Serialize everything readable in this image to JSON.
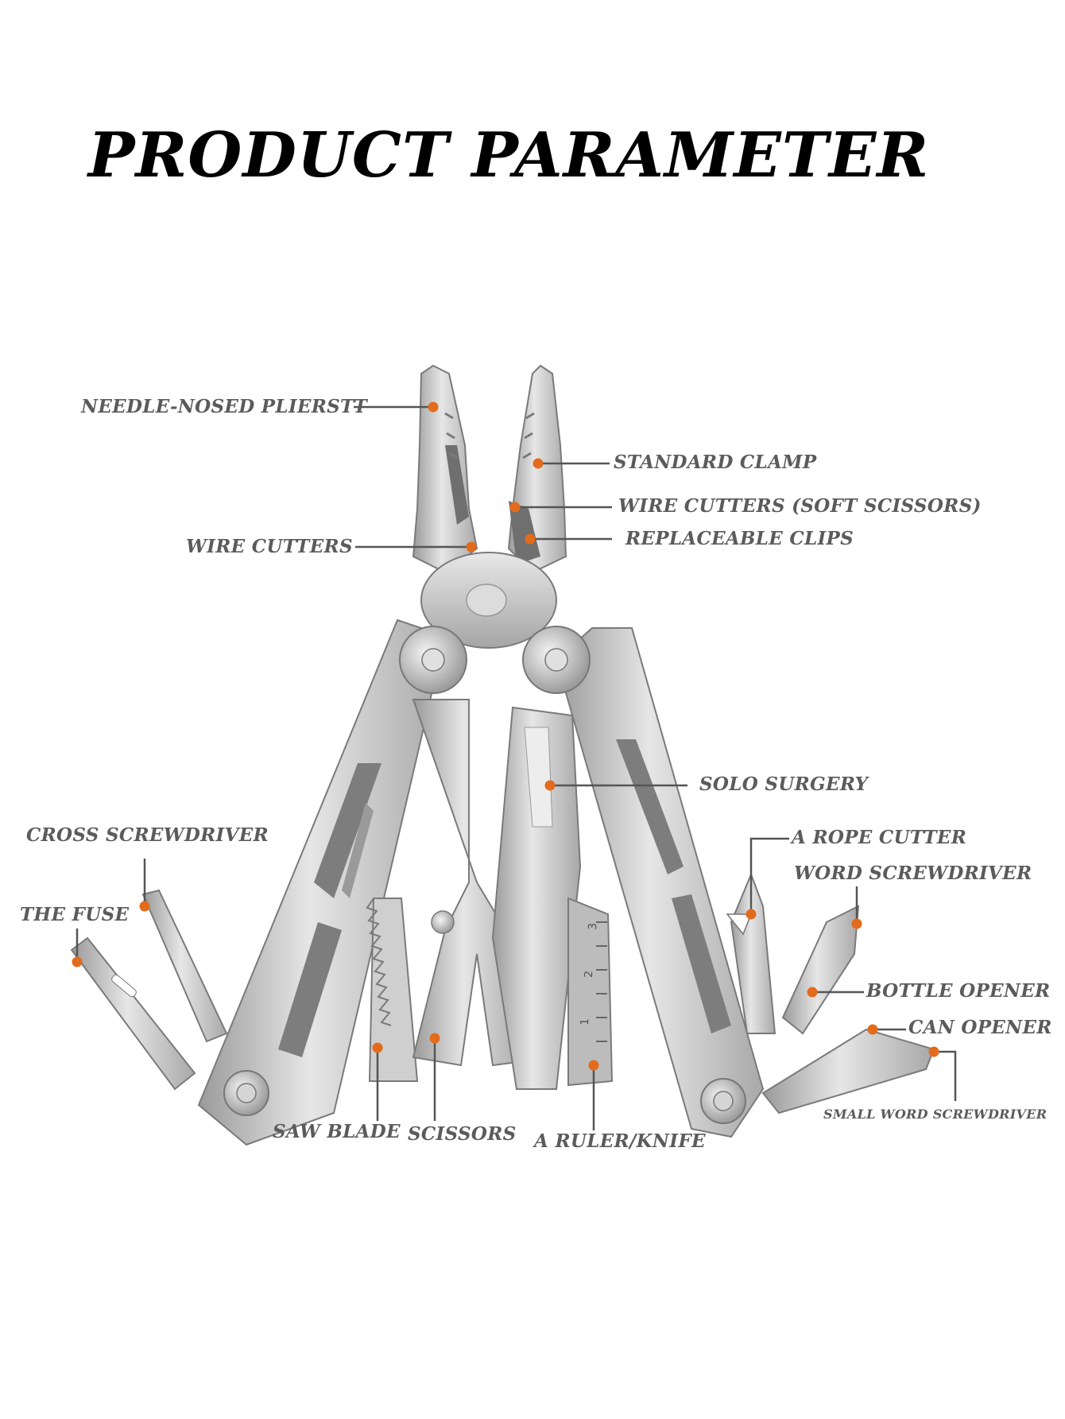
{
  "title": "PRODUCT PARAMETER",
  "colors": {
    "marker": "#e36b1c",
    "leader": "#555555",
    "label": "#5b5b5b",
    "steel": "#c9c9c9"
  },
  "product_image": "multitool-pliers",
  "labels": {
    "needle_nosed_pliers": "NEEDLE-NOSED PLIERSTT",
    "standard_clamp": "STANDARD CLAMP",
    "wire_cutters_soft_scissors": "WIRE CUTTERS (SOFT SCISSORS)",
    "replaceable_clips": "REPLACEABLE CLIPS",
    "wire_cutters": "WIRE CUTTERS",
    "solo_surgery": "SOLO SURGERY",
    "cross_screwdriver": "CROSS SCREWDRIVER",
    "a_rope_cutter": "A ROPE CUTTER",
    "word_screwdriver": "WORD SCREWDRIVER",
    "the_fuse": "THE FUSE",
    "bottle_opener": "BOTTLE OPENER",
    "can_opener": "CAN OPENER",
    "small_word_screwdriver": "SMALL WORD SCREWDRIVER",
    "saw_blade": "SAW BLADE",
    "scissors": "SCISSORS",
    "a_ruler_knife": "A RULER/KNIFE"
  },
  "ruler_marks": [
    "1",
    "2",
    "3"
  ]
}
